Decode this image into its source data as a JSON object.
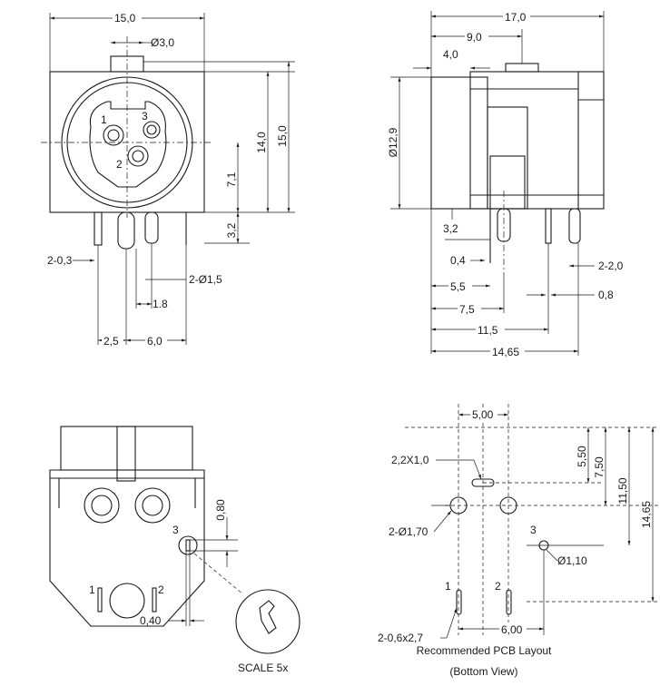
{
  "front_view": {
    "width_dim": "15,0",
    "hole_dim": "Ø3,0",
    "pin_label_1": "1",
    "pin_label_2": "2",
    "pin_label_3": "3",
    "height_14": "14,0",
    "height_15": "15,0",
    "height_71": "7,1",
    "pin_len": "3,2",
    "pin_thick": "2-0,3",
    "pin_dia": "2-Ø1,5",
    "pitch_18": "1.8",
    "pitch_25": "2,5",
    "pitch_60": "6,0"
  },
  "side_view": {
    "width_17": "17,0",
    "dim_90": "9,0",
    "dim_40": "4,0",
    "dia_129": "Ø12,9",
    "dim_32": "3,2",
    "dim_04": "0,4",
    "dim_55": "5,5",
    "dim_75": "7,5",
    "dim_115": "11,5",
    "dim_1465": "14,65",
    "dim_2x20": "2-2,0",
    "dim_08": "0,8"
  },
  "rear_view": {
    "dim_080": "0,80",
    "label_3": "3",
    "label_1": "1",
    "label_2": "2",
    "dim_040": "0,40",
    "scale_label": "SCALE 5x"
  },
  "pcb_layout": {
    "dim_500": "5,00",
    "dim_550": "5,50",
    "dim_750": "7,50",
    "dim_1150": "11,50",
    "dim_1465": "14,65",
    "slot_label": "2,2X1,0",
    "hole_170": "2-Ø1,70",
    "hole_110": "Ø1,10",
    "label_3": "3",
    "label_1": "1",
    "label_2": "2",
    "slot_pins": "2-0,6x2,7",
    "dim_600": "6,00",
    "title": "Recommended PCB Layout",
    "subtitle": "(Bottom View)"
  }
}
